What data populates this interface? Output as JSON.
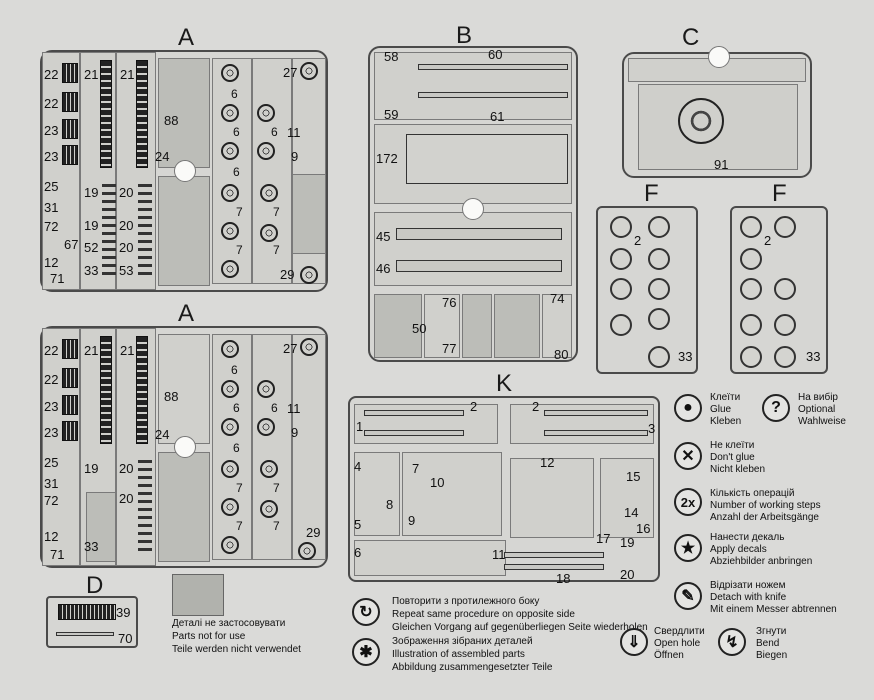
{
  "sprue_letters": {
    "a1": "A",
    "a2": "A",
    "b": "B",
    "c": "C",
    "f1": "F",
    "f2": "F",
    "d": "D",
    "k": "K"
  },
  "sprue_a": {
    "tracks": [
      "22",
      "22",
      "23",
      "23"
    ],
    "strip_labels": [
      "21",
      "21"
    ],
    "c3": [
      "88",
      "24"
    ],
    "wheels_top": [
      "6",
      "6",
      "6",
      "6"
    ],
    "right_top": [
      "27",
      "11",
      "9"
    ],
    "small_left": [
      "25",
      "31",
      "72",
      "67",
      "12",
      "71"
    ],
    "small_mid": [
      "19",
      "19",
      "52",
      "33"
    ],
    "small_mid2": [
      "20",
      "20",
      "20",
      "53"
    ],
    "wheels_bot": [
      "7",
      "7",
      "7",
      "7"
    ],
    "right_bot": [
      "29"
    ]
  },
  "sprue_a2": {
    "small_left": [
      "25",
      "31",
      "72",
      "12",
      "71"
    ],
    "small_mid": [
      "19",
      "33"
    ],
    "small_mid2": [
      "20",
      "20"
    ]
  },
  "sprue_b": [
    "58",
    "60",
    "59",
    "61",
    "172",
    "45",
    "46",
    "76",
    "50",
    "77",
    "74",
    "80"
  ],
  "sprue_c": [
    "91"
  ],
  "sprue_f": [
    "2",
    "33"
  ],
  "sprue_d": [
    "39",
    "70"
  ],
  "sprue_k": [
    "2",
    "2",
    "1",
    "3",
    "4",
    "7",
    "10",
    "12",
    "15",
    "8",
    "9",
    "14",
    "5",
    "6",
    "11",
    "17",
    "19",
    "16",
    "18",
    "20"
  ],
  "not_used": {
    "line1": "Деталі не застосовувати",
    "line2": "Parts not for use",
    "line3": "Teile werden nicht verwendet"
  },
  "repeat": {
    "line1": "Повторити з протилежного боку",
    "line2": "Repeat same procedure on opposite side",
    "line3": "Gleichen Vorgang auf gegenüberliegen  Seite wiederholen"
  },
  "assembled": {
    "line1": "Зображення зібраних деталей",
    "line2": "Illustration of assembled parts",
    "line3": "Abbildung zusammengesetzter Teile"
  },
  "legend": {
    "glue": [
      "Клеїти",
      "Glue",
      "Kleben"
    ],
    "optional": [
      "На вибір",
      "Optional",
      "Wahlweise"
    ],
    "noglue": [
      "Не клеїти",
      "Don't glue",
      "Nicht kleben"
    ],
    "steps_icon": "2x",
    "steps": [
      "Кількість операцій",
      "Number of working steps",
      "Anzahl der Arbeitsgänge"
    ],
    "decals": [
      "Нанести декаль",
      "Apply decals",
      "Abziehbilder anbringen"
    ],
    "knife": [
      "Відрізати ножем",
      "Detach with knife",
      "Mit einem Messer abtrennen"
    ],
    "drill": [
      "Свердлити",
      "Open hole",
      "Öffnen"
    ],
    "bend": [
      "Згнути",
      "Bend",
      "Biegen"
    ]
  }
}
